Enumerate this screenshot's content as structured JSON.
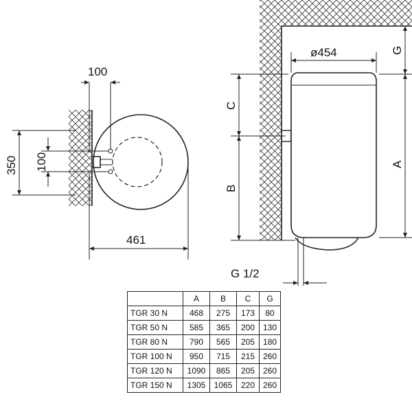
{
  "top_view": {
    "dim_top": "100",
    "dim_left_outer": "350",
    "dim_left_inner": "100",
    "dim_bottom": "461"
  },
  "side_view": {
    "diameter": "ø454",
    "dim_g": "G",
    "dim_c": "C",
    "dim_b": "B",
    "dim_a": "A",
    "pipe_thread": "G 1/2"
  },
  "table": {
    "headers": [
      "",
      "A",
      "B",
      "C",
      "G"
    ],
    "rows": [
      [
        "TGR 30 N",
        "468",
        "275",
        "173",
        "80"
      ],
      [
        "TGR 50 N",
        "585",
        "365",
        "200",
        "130"
      ],
      [
        "TGR 80 N",
        "790",
        "565",
        "205",
        "180"
      ],
      [
        "TGR 100 N",
        "950",
        "715",
        "215",
        "260"
      ],
      [
        "TGR 120 N",
        "1090",
        "865",
        "205",
        "260"
      ],
      [
        "TGR 150 N",
        "1305",
        "1065",
        "220",
        "260"
      ]
    ]
  }
}
